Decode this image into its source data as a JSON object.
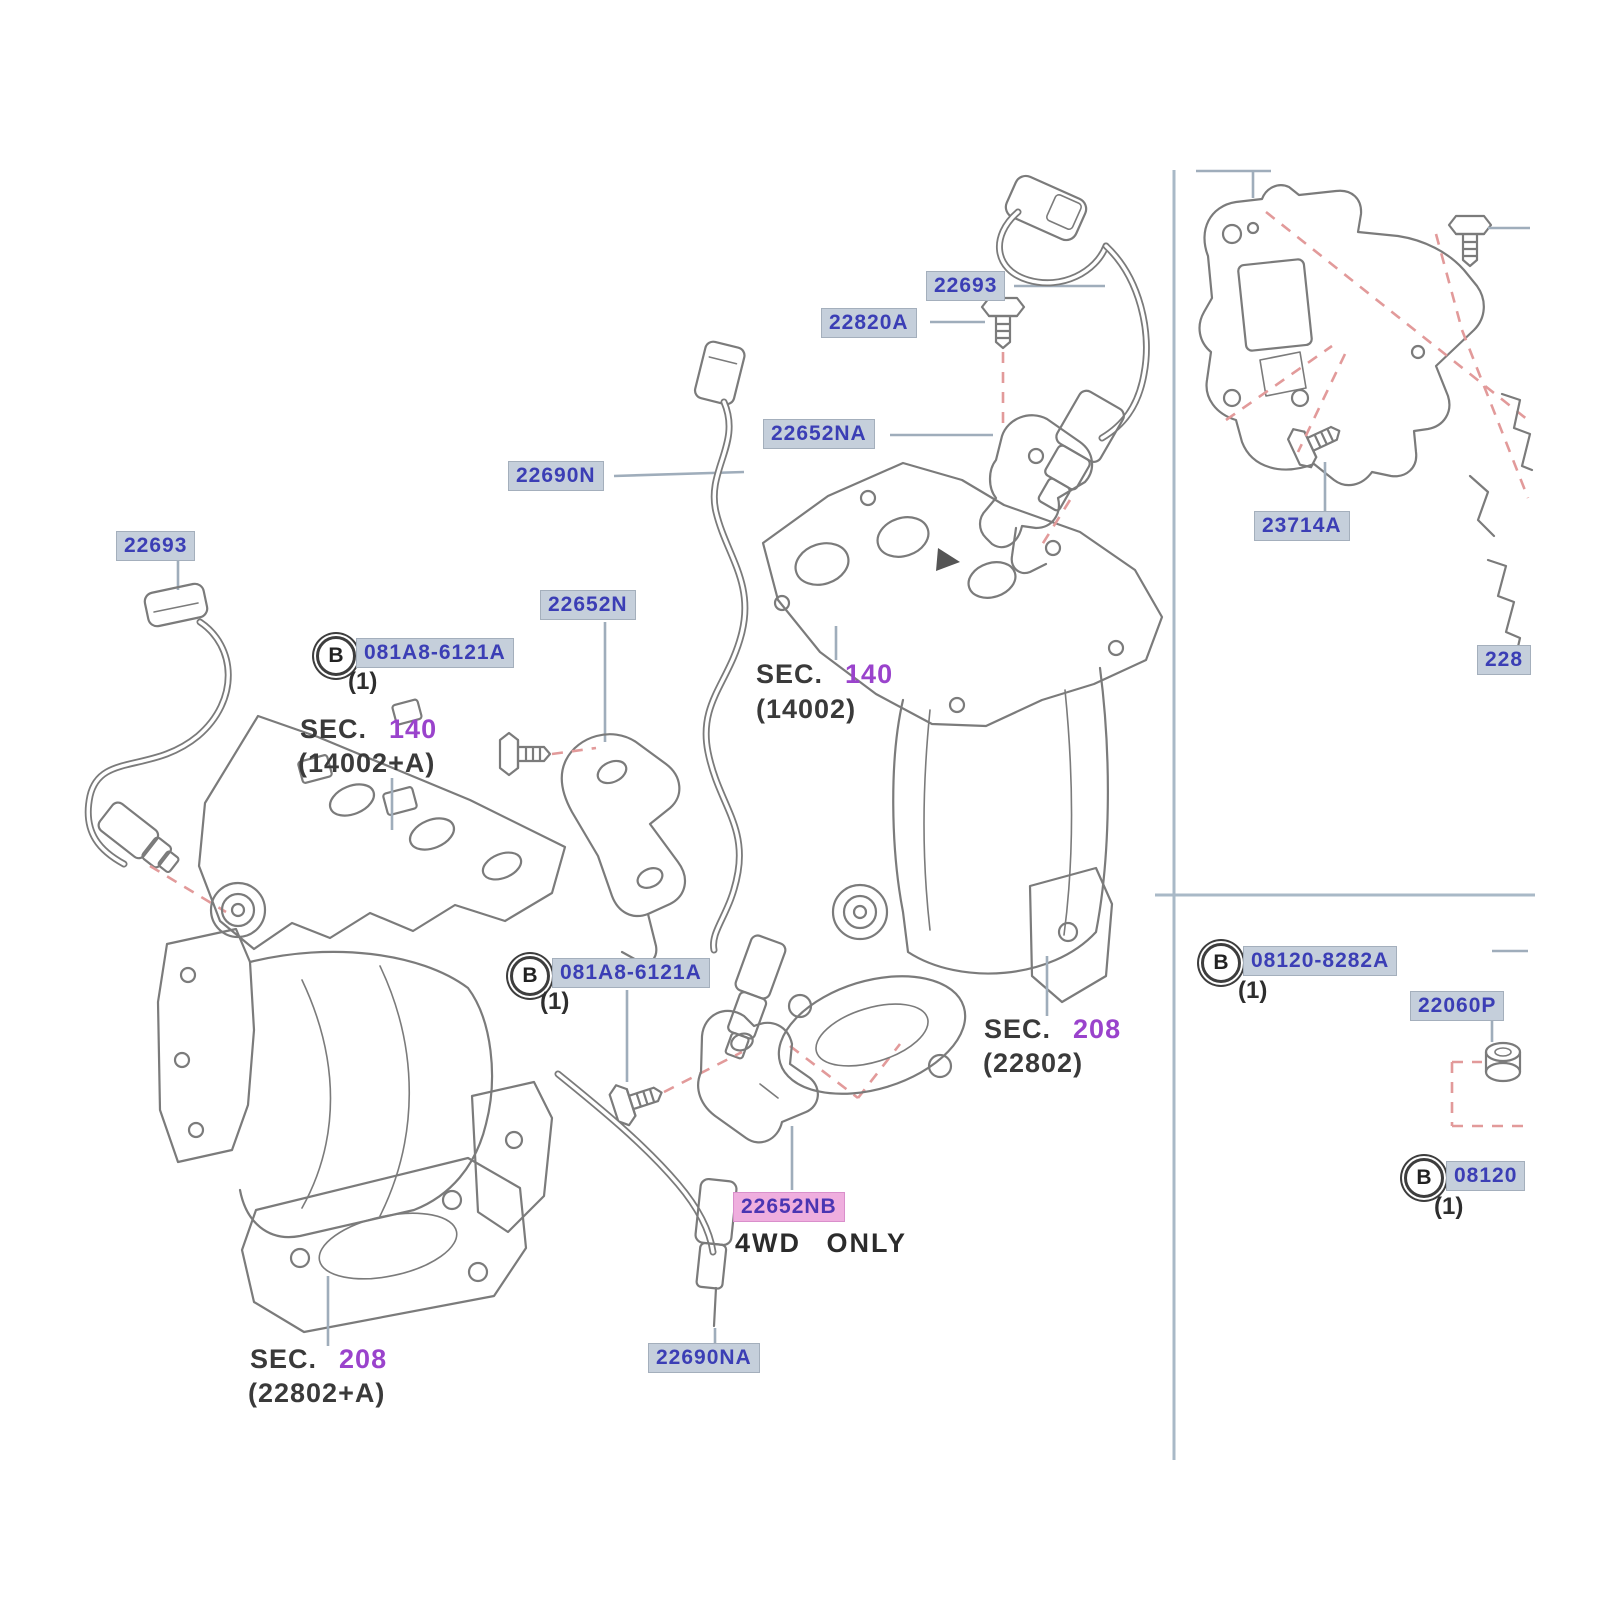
{
  "colors": {
    "label_bg": "#c5cfdb",
    "label_text": "#3b3eb5",
    "label_border": "#a4afbc",
    "highlight_bg": "#efaede",
    "highlight_text": "#4a35b2",
    "sec_text": "#3a3a3a",
    "sec_number": "#9a43cc",
    "leader": "#9fadbb",
    "dash_red": "#e29a9a",
    "line_art": "#7b7b7b",
    "divider": "#a9b9c7"
  },
  "labels": {
    "sensor_left": "22693",
    "sensor_top": "22693",
    "bracket_top": "22820A",
    "bracket_mid": "22652NA",
    "harness_left": "22690N",
    "bracket_left": "22652N",
    "bolt_b1": "081A8-6121A",
    "bolt_b1_qty": "(1)",
    "bolt_b2": "081A8-6121A",
    "bolt_b2_qty": "(1)",
    "bolt_tr": "23714A",
    "bracket_4wd": "22652NB",
    "note_4wd": "4WD ONLY",
    "harness_bottom": "22690NA",
    "label_truncated_right": "228",
    "bolt_br1": "08120-8282A",
    "bolt_br1_qty": "(1)",
    "nut_br": "22060P",
    "bolt_br2": "08120",
    "bolt_br2_qty": "(1)",
    "b_marker": "B"
  },
  "sec_refs": {
    "left_upper": {
      "prefix": "SEC.",
      "number": "140",
      "code": "(14002+A)"
    },
    "mid_upper": {
      "prefix": "SEC.",
      "number": "140",
      "code": "(14002)"
    },
    "left_lower": {
      "prefix": "SEC.",
      "number": "208",
      "code": "(22802+A)"
    },
    "mid_lower": {
      "prefix": "SEC.",
      "number": "208",
      "code": "(22802)"
    }
  }
}
